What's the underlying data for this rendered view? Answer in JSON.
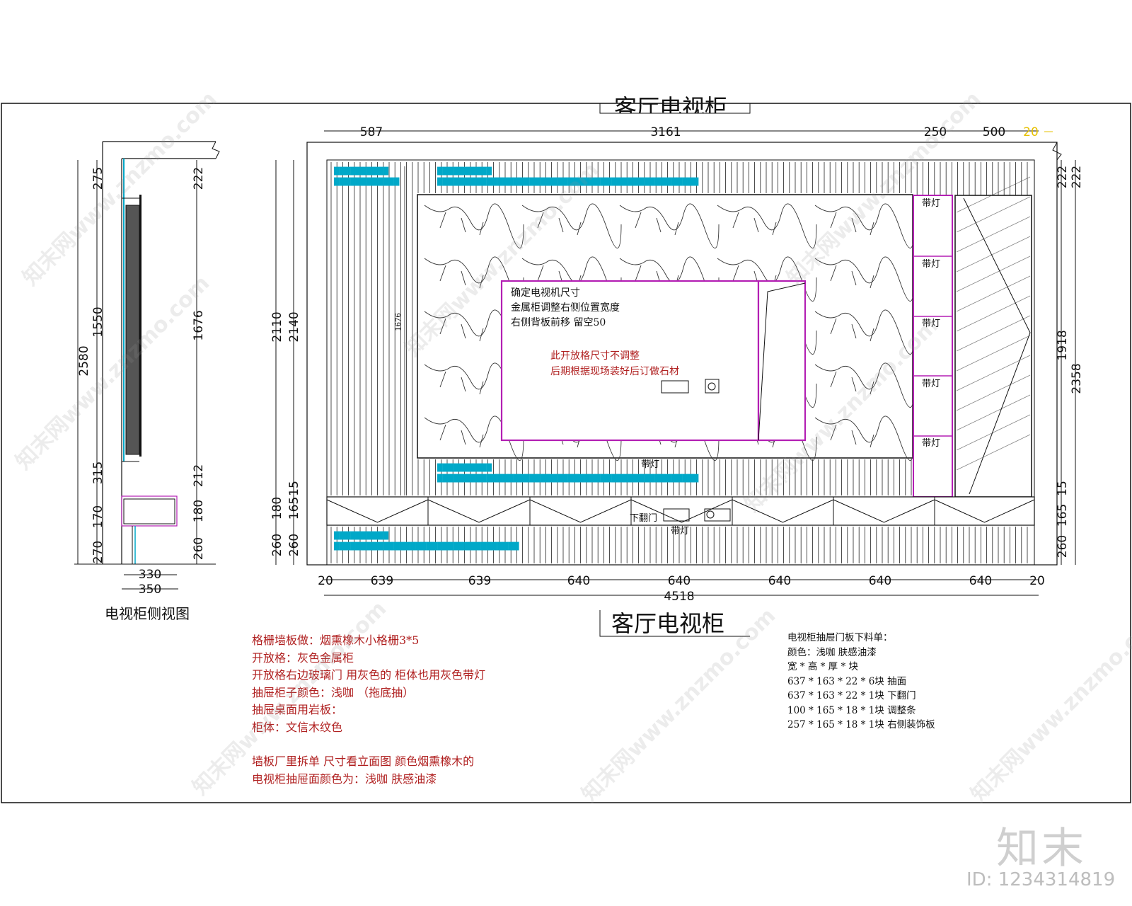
{
  "drawing": {
    "main_title": "客厅电视柜",
    "side_title": "电视柜侧视图",
    "top_dims": [
      "587",
      "3161",
      "250",
      "500",
      "20"
    ],
    "bottom_dims": [
      "20",
      "639",
      "639",
      "640",
      "640",
      "640",
      "640",
      "640",
      "20"
    ],
    "overall_width": "4518",
    "left_dims": [
      "2110",
      "2140",
      "260",
      "180",
      "260",
      "165",
      "15"
    ],
    "right_dims": [
      "222",
      "222",
      "1918",
      "2358",
      "165",
      "260",
      "15"
    ],
    "side_dims": [
      "275",
      "1550",
      "315",
      "170",
      "270",
      "2580",
      "222",
      "1676",
      "212",
      "180",
      "260",
      "330",
      "350"
    ],
    "tv_box_notes": [
      "确定电视机尺寸",
      "金属柜调整右侧位置宽度",
      "右侧背板前移 留空50"
    ],
    "tv_box_red_notes": [
      "此开放格尺寸不调整",
      "后期根据现场装好后订做石材"
    ],
    "light_labels": [
      "带灯",
      "带灯",
      "带灯",
      "带灯",
      "带灯"
    ],
    "bottom_labels": {
      "drop_door": "下翻门",
      "light": "带灯",
      "light_top": "带灯"
    }
  },
  "notes": [
    "格栅墙板做：烟熏橡木小格栅3*5",
    "开放格：灰色金属柜",
    "开放格右边玻璃门 用灰色的 柜体也用灰色带灯",
    "抽屉柜子颜色：浅咖 （拖底抽）",
    "抽屉桌面用岩板：",
    "柜体：文信木纹色",
    "",
    "墙板厂里拆单 尺寸看立面图 颜色烟熏橡木的",
    "电视柜抽屉面颜色为：浅咖 肤感油漆"
  ],
  "bom": {
    "title": "电视柜抽屉门板下料单：",
    "color": "颜色：浅咖 肤感油漆",
    "header": "宽 * 高 * 厚 * 块",
    "rows": [
      "637 * 163 * 22 * 6块 抽面",
      "637 * 163 * 22 * 1块 下翻门",
      "100 * 165 * 18 * 1块 调整条",
      "257 * 165 * 18 * 1块 右侧装饰板"
    ]
  },
  "brand": {
    "logo": "知末",
    "id": "ID: 1234314819"
  },
  "watermark": "知末网www.znzmo.com",
  "colors": {
    "magenta": "#b31fb3",
    "cyan": "#00a8c8",
    "note_red": "#b02020"
  }
}
